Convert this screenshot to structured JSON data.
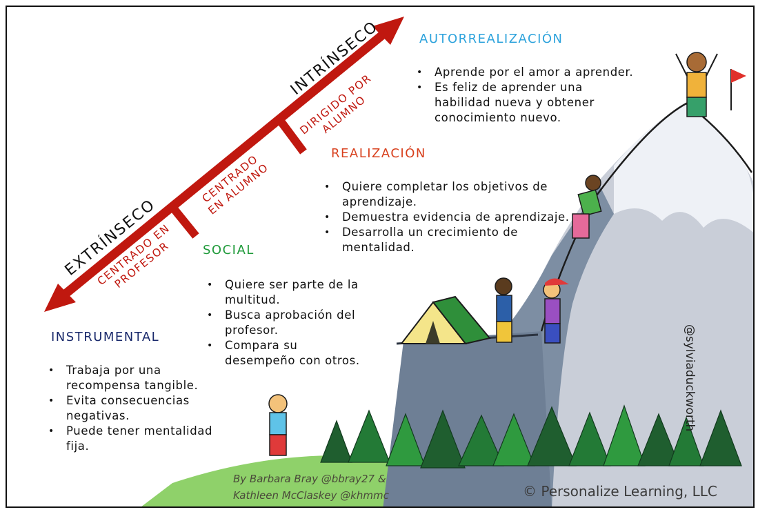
{
  "arrow": {
    "extrinsic_label": "EXTRÍNSECO",
    "intrinsic_label": "INTRÍNSECO",
    "teacher_centered": [
      "CENTRADO EN",
      "PROFESOR"
    ],
    "student_centered": [
      "CENTRADO",
      "EN ALUMNO"
    ],
    "student_driven": [
      "DIRIGIDO POR",
      "ALUMNO"
    ],
    "color": "#c0180f"
  },
  "stages": {
    "instrumental": {
      "title": "INSTRUMENTAL",
      "color": "#1a2a6c",
      "items": [
        "Trabaja por una recompensa tangible.",
        "Evita consecuencias negativas.",
        "Puede tener mentalidad fija."
      ]
    },
    "social": {
      "title": "SOCIAL",
      "color": "#1f9a3a",
      "items": [
        "Quiere ser parte de la multitud.",
        "Busca aprobación del profesor.",
        "Compara su desempeño con otros."
      ]
    },
    "realizacion": {
      "title": "REALIZACIÓN",
      "color": "#d8401d",
      "items": [
        "Quiere completar los objetivos de aprendizaje.",
        "Demuestra evidencia de aprendizaje.",
        "Desarrolla un crecimiento de mentalidad."
      ]
    },
    "autorrealizacion": {
      "title": "AUTORREALIZACIÓN",
      "color": "#2ea3dc",
      "items": [
        "Aprende por el amor a aprender.",
        "Es feliz de aprender una habilidad nueva y obtener conocimiento nuevo."
      ]
    }
  },
  "credits": {
    "authors_line1": "By Barbara Bray @bbray27 &",
    "authors_line2": "Kathleen McClaskey @khmmc",
    "copyright": "© Personalize Learning, LLC",
    "artist": "@sylviaduckworth"
  },
  "icons": [
    "mountain-illustration",
    "tent-icon",
    "flag-icon",
    "pine-tree-icon",
    "child-figure-icon"
  ]
}
